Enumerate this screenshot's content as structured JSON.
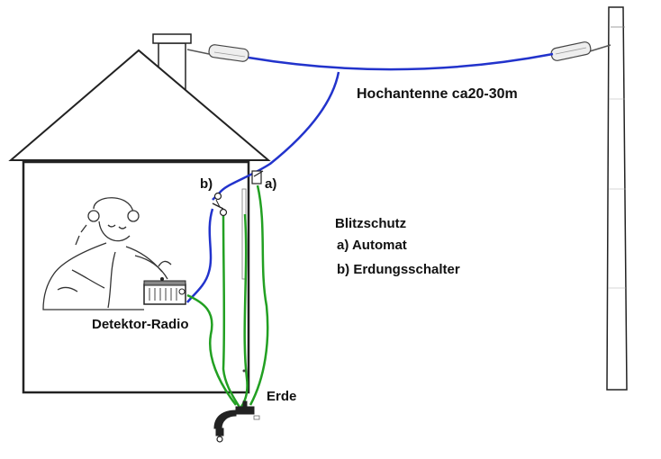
{
  "labels": {
    "antenna": "Hochantenne ca20-30m",
    "lightning_title": "Blitzschutz",
    "item_a": "a) Automat",
    "item_b": "b) Erdungsschalter",
    "marker_a": "a)",
    "marker_b": "b)",
    "radio": "Detektor-Radio",
    "earth": "Erde"
  },
  "colors": {
    "antenna_wire": "#2233cc",
    "earth_wire": "#22a022",
    "outline": "#222222",
    "background": "#ffffff"
  },
  "icons": [
    "house",
    "chimney",
    "antenna-pole",
    "insulator",
    "lightning-arrester",
    "earthing-switch",
    "detector-radio",
    "person-with-headphones",
    "water-tap"
  ]
}
